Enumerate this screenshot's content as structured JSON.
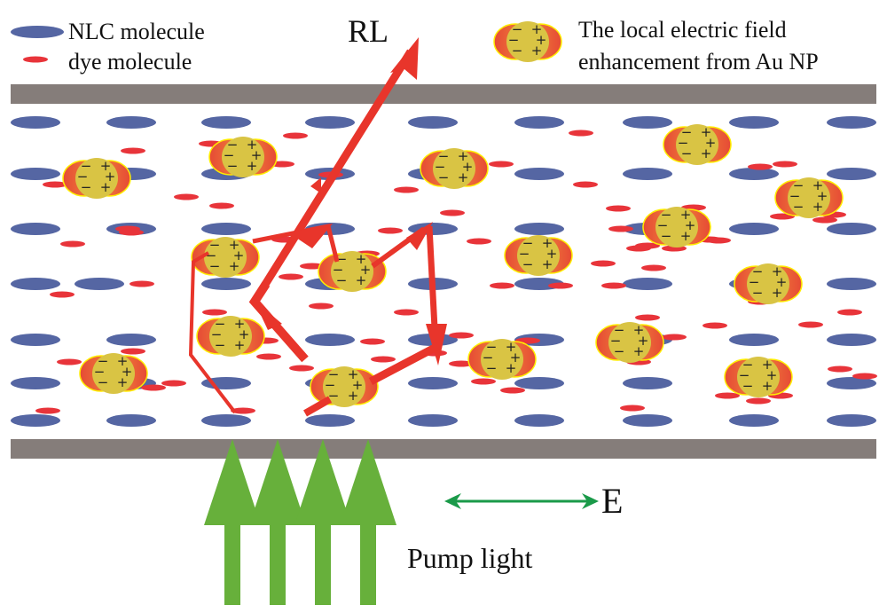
{
  "legend": {
    "nlc_label": "NLC molecule",
    "dye_label": "dye molecule",
    "np_label_line1": "The local electric field",
    "np_label_line2": "enhancement  from Au NP"
  },
  "labels": {
    "rl": "RL",
    "e_field": "E",
    "pump": "Pump light"
  },
  "nanoparticle_charges": {
    "negative": "−",
    "positive": "+"
  },
  "colors": {
    "substrate": "#857d7a",
    "nlc": "#5566a3",
    "dye": "#e8343a",
    "np_core": "#d9c444",
    "np_lobe_outer": "#e8583a",
    "np_lobe_inner": "#f08a3a",
    "np_outline": "#ffee00",
    "laser": "#e8352b",
    "pump_arrow": "#67b03b",
    "e_arrow": "#1a9a49"
  },
  "counts": {
    "nanoparticles": 16,
    "pump_arrows": 4
  }
}
